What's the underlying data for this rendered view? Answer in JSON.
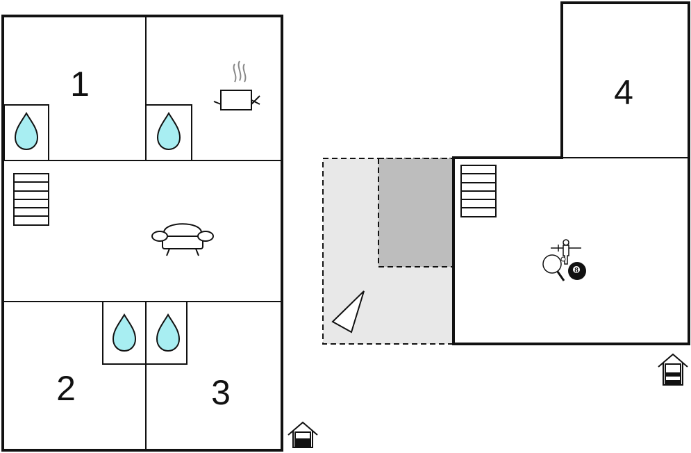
{
  "rooms": {
    "room1": "1",
    "room2": "2",
    "room3": "3",
    "room4": "4"
  },
  "icons": {
    "water": "water-drop-icon",
    "stairs": "stairs-icon",
    "sofa": "sofa-icon",
    "pot": "cooking-pot-icon",
    "entrance": "house-entrance-icon",
    "terrace": "terrace-area",
    "games": [
      "table-football-icon",
      "table-tennis-icon",
      "billiard-ball-icon"
    ]
  },
  "billiard_ball_number": "8",
  "colors": {
    "wall": "#111111",
    "water": "#a8eef2",
    "terrace_light": "#e8e8e8",
    "terrace_dark": "#bdbdbd"
  }
}
